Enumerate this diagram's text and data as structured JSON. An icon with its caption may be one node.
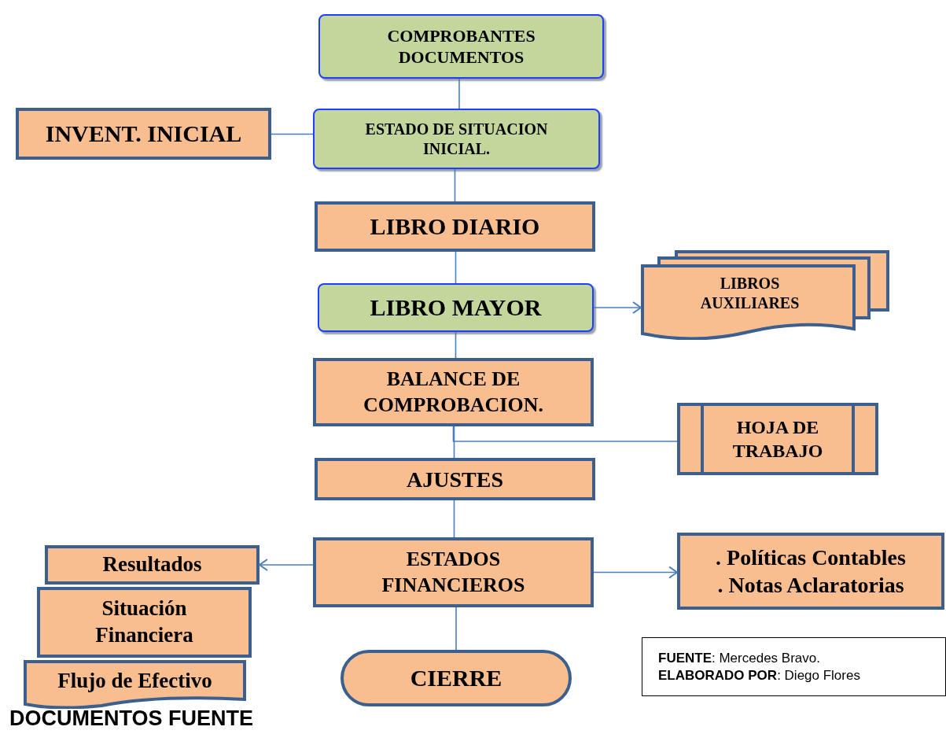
{
  "diagram": {
    "nodes": [
      {
        "text": [
          "COMPROBANTES DOCUMENTOS"
        ]
      },
      {
        "text": [
          "INVENT. INICIAL"
        ]
      },
      {
        "text": [
          "ESTADO DE SITUACION INICIAL."
        ]
      },
      {
        "text": [
          "LIBRO DIARIO"
        ]
      },
      {
        "text": [
          "LIBRO MAYOR"
        ]
      },
      {
        "text": [
          "LIBROS AUXILIARES"
        ]
      },
      {
        "text": [
          "BALANCE DE COMPROBACION."
        ]
      },
      {
        "text": [
          "HOJA DE TRABAJO"
        ]
      },
      {
        "text": [
          "AJUSTES"
        ]
      },
      {
        "text": [
          "ESTADOS FINANCIEROS"
        ]
      },
      {
        "text": [
          "Resultados"
        ]
      },
      {
        "text": [
          "Situación Financiera"
        ]
      },
      {
        "text": [
          "Flujo de Efectivo"
        ]
      },
      {
        "text": [
          ". Políticas Contables",
          ". Notas Aclaratorias"
        ]
      },
      {
        "text": [
          "CIERRE"
        ]
      },
      {
        "text": [
          "**FUENTE**: Mercedes Bravo.",
          "**ELABORADO POR**: Diego Flores"
        ]
      }
    ],
    "edges": [
      {
        "from": 0,
        "to": 2,
        "arrow": "none"
      },
      {
        "from": 1,
        "to": 2,
        "arrow": "none"
      },
      {
        "from": 2,
        "to": 3,
        "arrow": "none"
      },
      {
        "from": 3,
        "to": 4,
        "arrow": "none"
      },
      {
        "from": 4,
        "to": 5,
        "arrow": "to"
      },
      {
        "from": 4,
        "to": 6,
        "arrow": "none"
      },
      {
        "from": 6,
        "to": 8,
        "arrow": "none"
      },
      {
        "from": 7,
        "to": 6,
        "arrow": "none"
      },
      {
        "from": 8,
        "to": 9,
        "arrow": "none"
      },
      {
        "from": 9,
        "to": 10,
        "arrow": "to"
      },
      {
        "from": 9,
        "to": 13,
        "arrow": "to"
      },
      {
        "from": 9,
        "to": 14,
        "arrow": "none"
      }
    ],
    "labels": [
      "DOCUMENTOS FUENTE"
    ]
  }
}
